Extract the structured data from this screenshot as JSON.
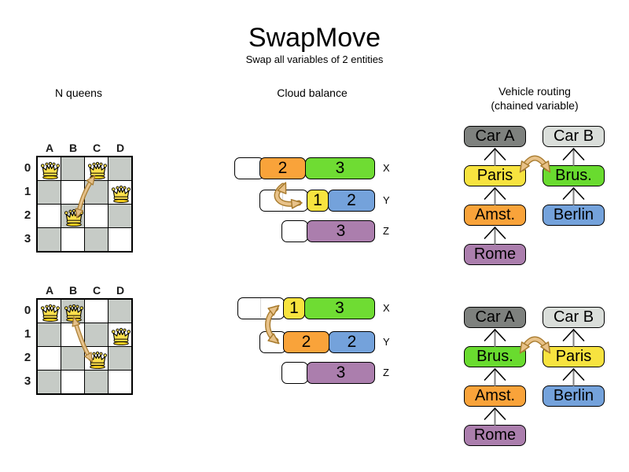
{
  "title": {
    "main": "SwapMove",
    "subtitle": "Swap all variables of 2 entities"
  },
  "sections": {
    "nqueens": {
      "header": "N queens",
      "columns": [
        "A",
        "B",
        "C",
        "D"
      ],
      "rows": [
        "0",
        "1",
        "2",
        "3"
      ],
      "before": {
        "queens": [
          "A0",
          "C0",
          "D1",
          "B2"
        ]
      },
      "after": {
        "queens": [
          "A0",
          "B0",
          "D1",
          "C2"
        ]
      }
    },
    "cloud": {
      "header": "Cloud balance",
      "before": [
        {
          "label": "X",
          "segments": [
            {
              "value": "2",
              "color": "#F9A33A"
            },
            {
              "value": "3",
              "color": "#6FDC33"
            }
          ]
        },
        {
          "label": "Y",
          "segments": [
            {
              "value": "1",
              "color": "#F7E33F"
            },
            {
              "value": "2",
              "color": "#74A2DB"
            }
          ]
        },
        {
          "label": "Z",
          "segments": [
            {
              "value": "3",
              "color": "#AB7EAD"
            }
          ]
        }
      ],
      "after": [
        {
          "label": "X",
          "segments": [
            {
              "value": "1",
              "color": "#F7E33F"
            },
            {
              "value": "3",
              "color": "#6FDC33"
            }
          ]
        },
        {
          "label": "Y",
          "segments": [
            {
              "value": "2",
              "color": "#F9A33A"
            },
            {
              "value": "2",
              "color": "#74A2DB"
            }
          ]
        },
        {
          "label": "Z",
          "segments": [
            {
              "value": "3",
              "color": "#AB7EAD"
            }
          ]
        }
      ]
    },
    "vehicle": {
      "header": "Vehicle routing",
      "subheader": "(chained variable)",
      "before": {
        "chain_a": [
          {
            "label": "Car A",
            "color": "#7E817E"
          },
          {
            "label": "Paris",
            "color": "#F7E33F"
          },
          {
            "label": "Amst.",
            "color": "#F9A33A"
          },
          {
            "label": "Rome",
            "color": "#AB7EAD"
          }
        ],
        "chain_b": [
          {
            "label": "Car B",
            "color": "#DADEDA"
          },
          {
            "label": "Brus.",
            "color": "#69DB2F"
          },
          {
            "label": "Berlin",
            "color": "#74A2DB"
          }
        ]
      },
      "after": {
        "chain_a": [
          {
            "label": "Car A",
            "color": "#7E817E"
          },
          {
            "label": "Brus.",
            "color": "#69DB2F"
          },
          {
            "label": "Amst.",
            "color": "#F9A33A"
          },
          {
            "label": "Rome",
            "color": "#AB7EAD"
          }
        ],
        "chain_b": [
          {
            "label": "Car B",
            "color": "#DADEDA"
          },
          {
            "label": "Paris",
            "color": "#F7E33F"
          },
          {
            "label": "Berlin",
            "color": "#74A2DB"
          }
        ]
      }
    }
  },
  "colors": {
    "board_dark_cell": "#C6CBC6",
    "swap_arrow_fill": "#E8C289",
    "swap_arrow_border": "#A87B2E",
    "queen_gold": "#FFE14C"
  }
}
